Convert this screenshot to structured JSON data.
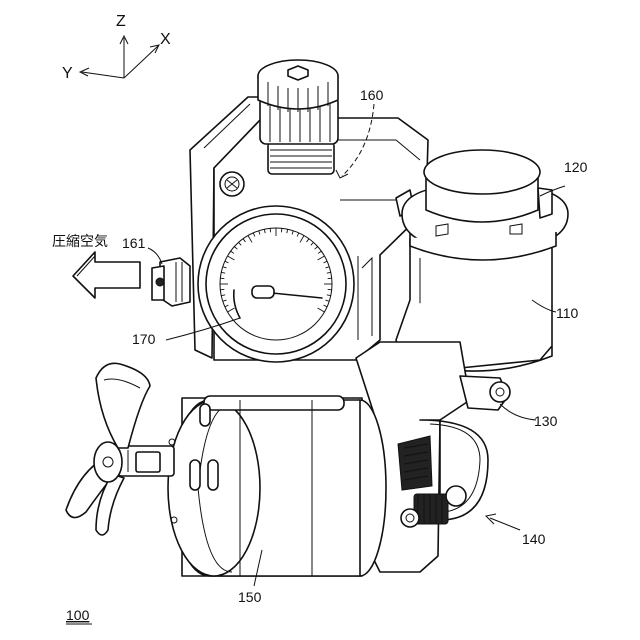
{
  "axes": {
    "z": "Z",
    "x": "X",
    "y": "Y"
  },
  "flow_label": "圧縮空気",
  "reference_numerals": {
    "regulator": "160",
    "cylinder_head": "120",
    "outlet": "161",
    "cylinder": "110",
    "gauge": "170",
    "link": "130",
    "gear_train": "140",
    "motor": "150"
  },
  "figure_number": "100"
}
